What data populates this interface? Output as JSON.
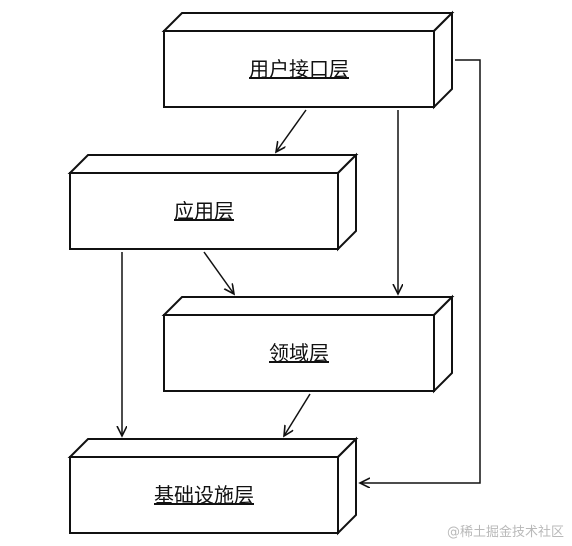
{
  "layers": [
    {
      "id": "ui",
      "label": "用户接口层"
    },
    {
      "id": "app",
      "label": "应用层"
    },
    {
      "id": "domain",
      "label": "领域层"
    },
    {
      "id": "infra",
      "label": "基础设施层"
    }
  ],
  "watermark": "@稀土掘金技术社区"
}
